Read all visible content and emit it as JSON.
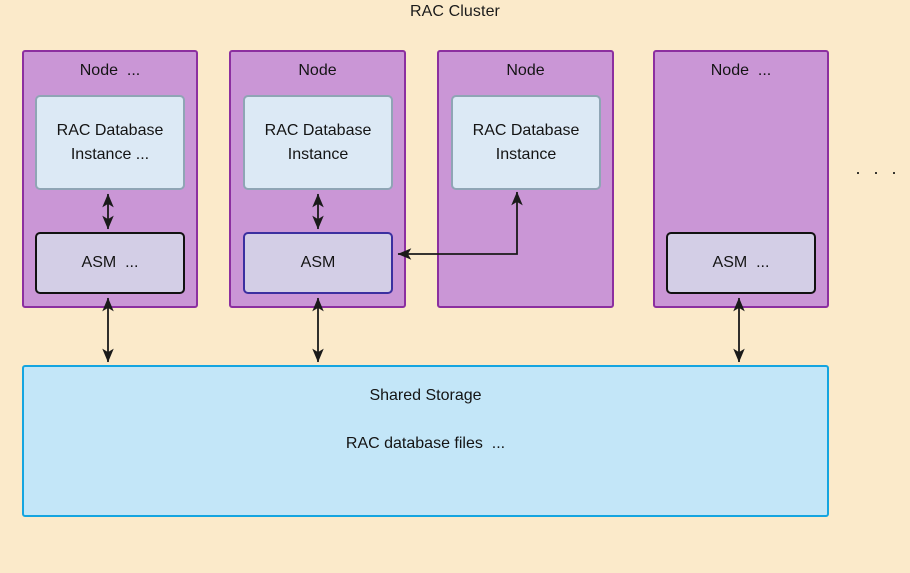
{
  "diagram": {
    "title": "RAC Cluster",
    "background_color": "#fbeaca",
    "more_nodes_ellipsis": ". . ."
  },
  "nodes": [
    {
      "label": "Node  ...",
      "instance": {
        "label": "RAC Database\nInstance  ..."
      },
      "asm": {
        "label": "ASM  ...",
        "border_color": "#111111"
      }
    },
    {
      "label": "Node",
      "instance": {
        "label": "RAC Database\nInstance"
      },
      "asm": {
        "label": "ASM",
        "border_color": "#3b2fa0"
      }
    },
    {
      "label": "Node",
      "instance": {
        "label": "RAC Database\nInstance"
      },
      "asm": null
    },
    {
      "label": "Node  ...",
      "instance": null,
      "asm": {
        "label": "ASM  ...",
        "border_color": "#111111"
      }
    }
  ],
  "storage": {
    "title": "Shared Storage",
    "subtitle": "RAC database files  ...",
    "fill_color": "#c3e6f8",
    "border_color": "#15a5e0"
  },
  "colors": {
    "node_fill": "#ca96d6",
    "node_border": "#8c2fa0",
    "instance_fill": "#dce9f5",
    "instance_border": "#8fa5b5",
    "asm_fill": "#d3cee6",
    "connector": "#1a1a1a"
  }
}
